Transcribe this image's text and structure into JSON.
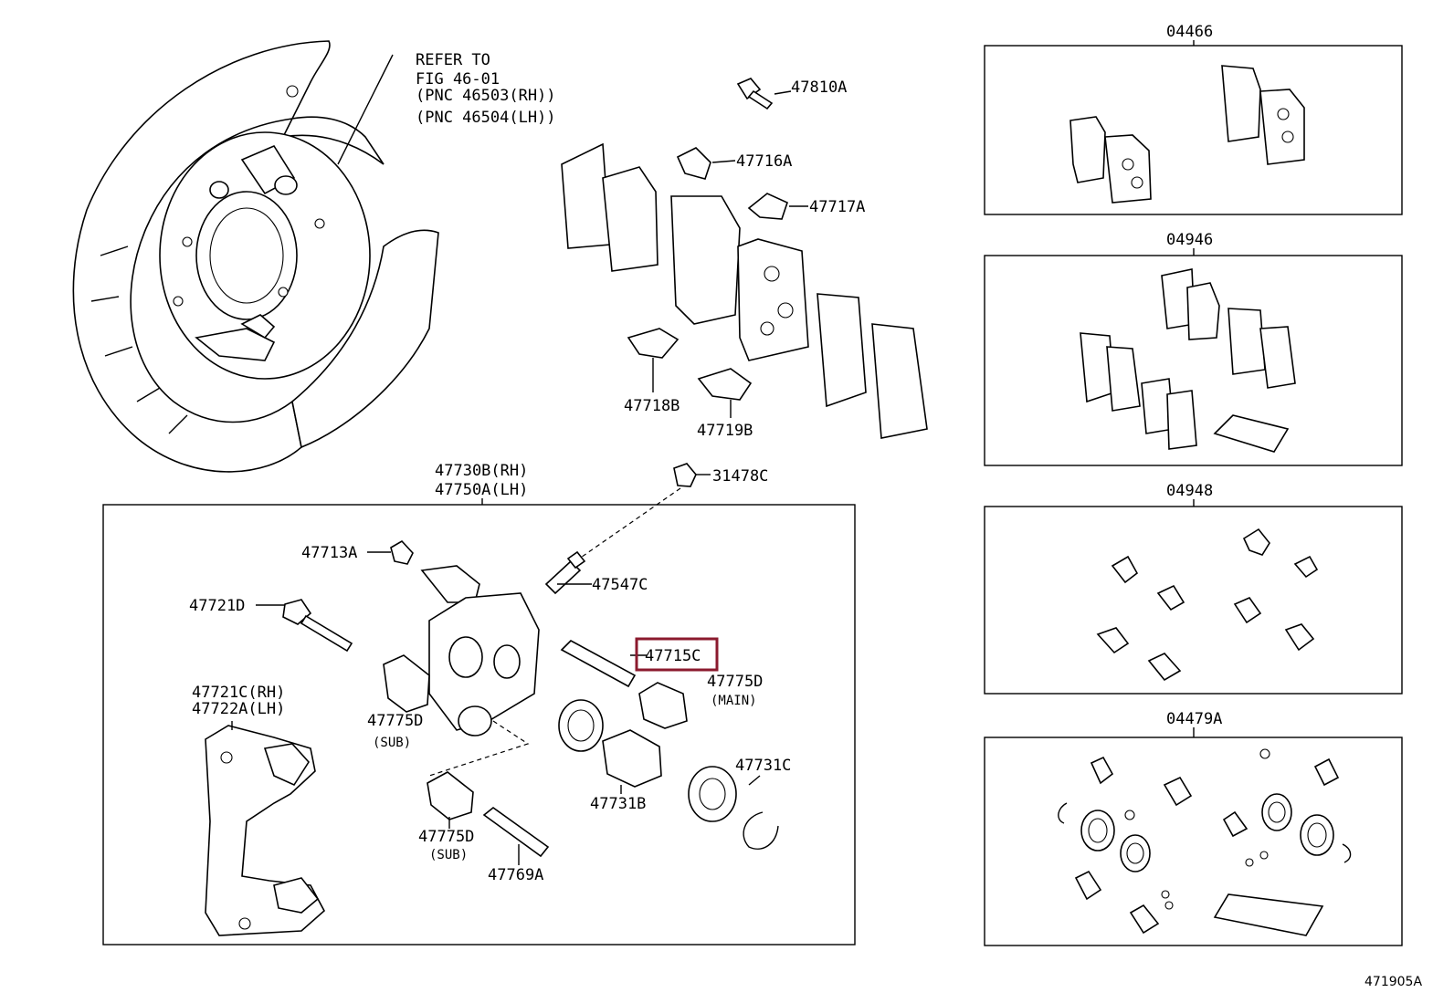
{
  "refer_note": [
    "REFER TO",
    "FIG 46-01",
    "(PNC 46503(RH))",
    "(PNC 46504(LH))"
  ],
  "parts": {
    "p47810A": "47810A",
    "p47716A": "47716A",
    "p47717A": "47717A",
    "p47718B": "47718B",
    "p47719B": "47719B",
    "p31478C": "31478C",
    "p47730B": "47730B(RH)",
    "p47750A": "47750A(LH)",
    "p47713A": "47713A",
    "p47547C": "47547C",
    "p47721D": "47721D",
    "p47715C": "47715C",
    "p47775D_main": "47775D",
    "main_note": "(MAIN)",
    "p47775D_sub1": "47775D",
    "sub_note1": "(SUB)",
    "p47721C": "47721C(RH)",
    "p47722A": "47722A(LH)",
    "p47731C": "47731C",
    "p47731B": "47731B",
    "p47775D_sub2": "47775D",
    "sub_note2": "(SUB)",
    "p47769A": "47769A"
  },
  "kits": [
    {
      "code": "04466"
    },
    {
      "code": "04946"
    },
    {
      "code": "04948"
    },
    {
      "code": "04479A"
    }
  ],
  "figure_id": "471905A",
  "highlight_color": "#8b1a2e"
}
